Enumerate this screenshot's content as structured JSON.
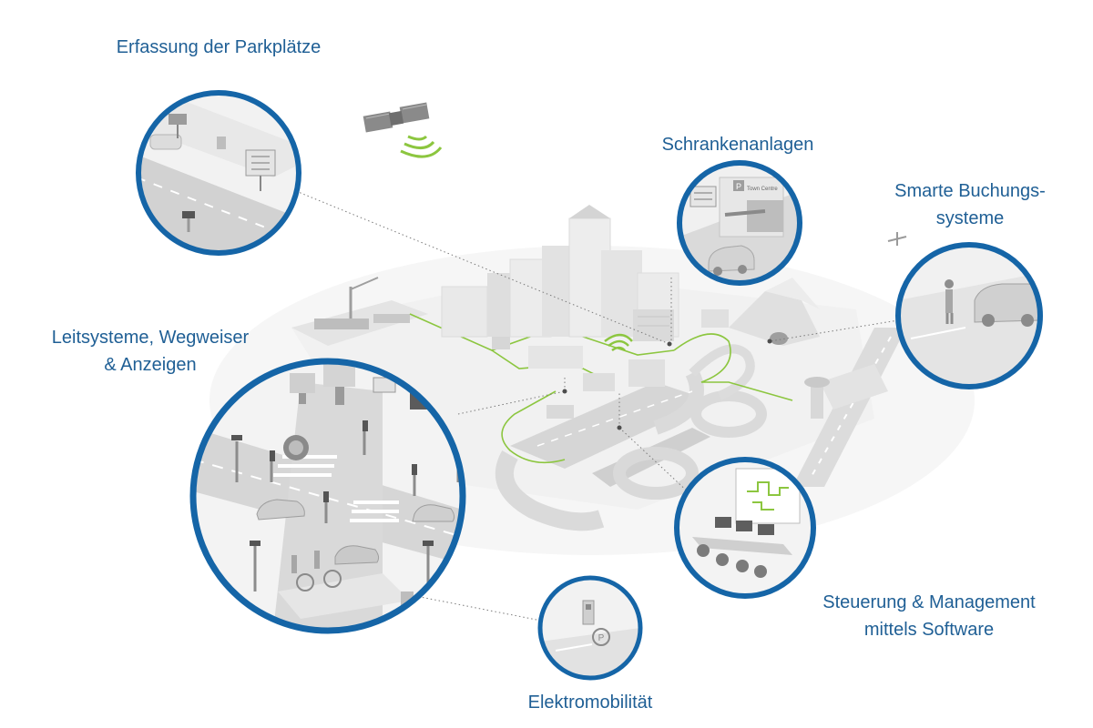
{
  "labels": {
    "parking": "Erfassung der Parkplätze",
    "barriers": "Schrankenanlagen",
    "booking_line1": "Smarte Buchungs-",
    "booking_line2": "systeme",
    "guidance_line1": "Leitsysteme, Wegweiser",
    "guidance_line2": "& Anzeigen",
    "software_line1": "Steuerung & Management",
    "software_line2": "mittels Software",
    "emobility": "Elektromobilität"
  },
  "colors": {
    "ring": "#1565a7",
    "label": "#1f5f95",
    "route": "#8cc63f",
    "building": "#e6e6e6",
    "road": "#d4d4d4"
  },
  "signage": {
    "barrier_sign": "Town Centre",
    "parking_sign": "P"
  }
}
